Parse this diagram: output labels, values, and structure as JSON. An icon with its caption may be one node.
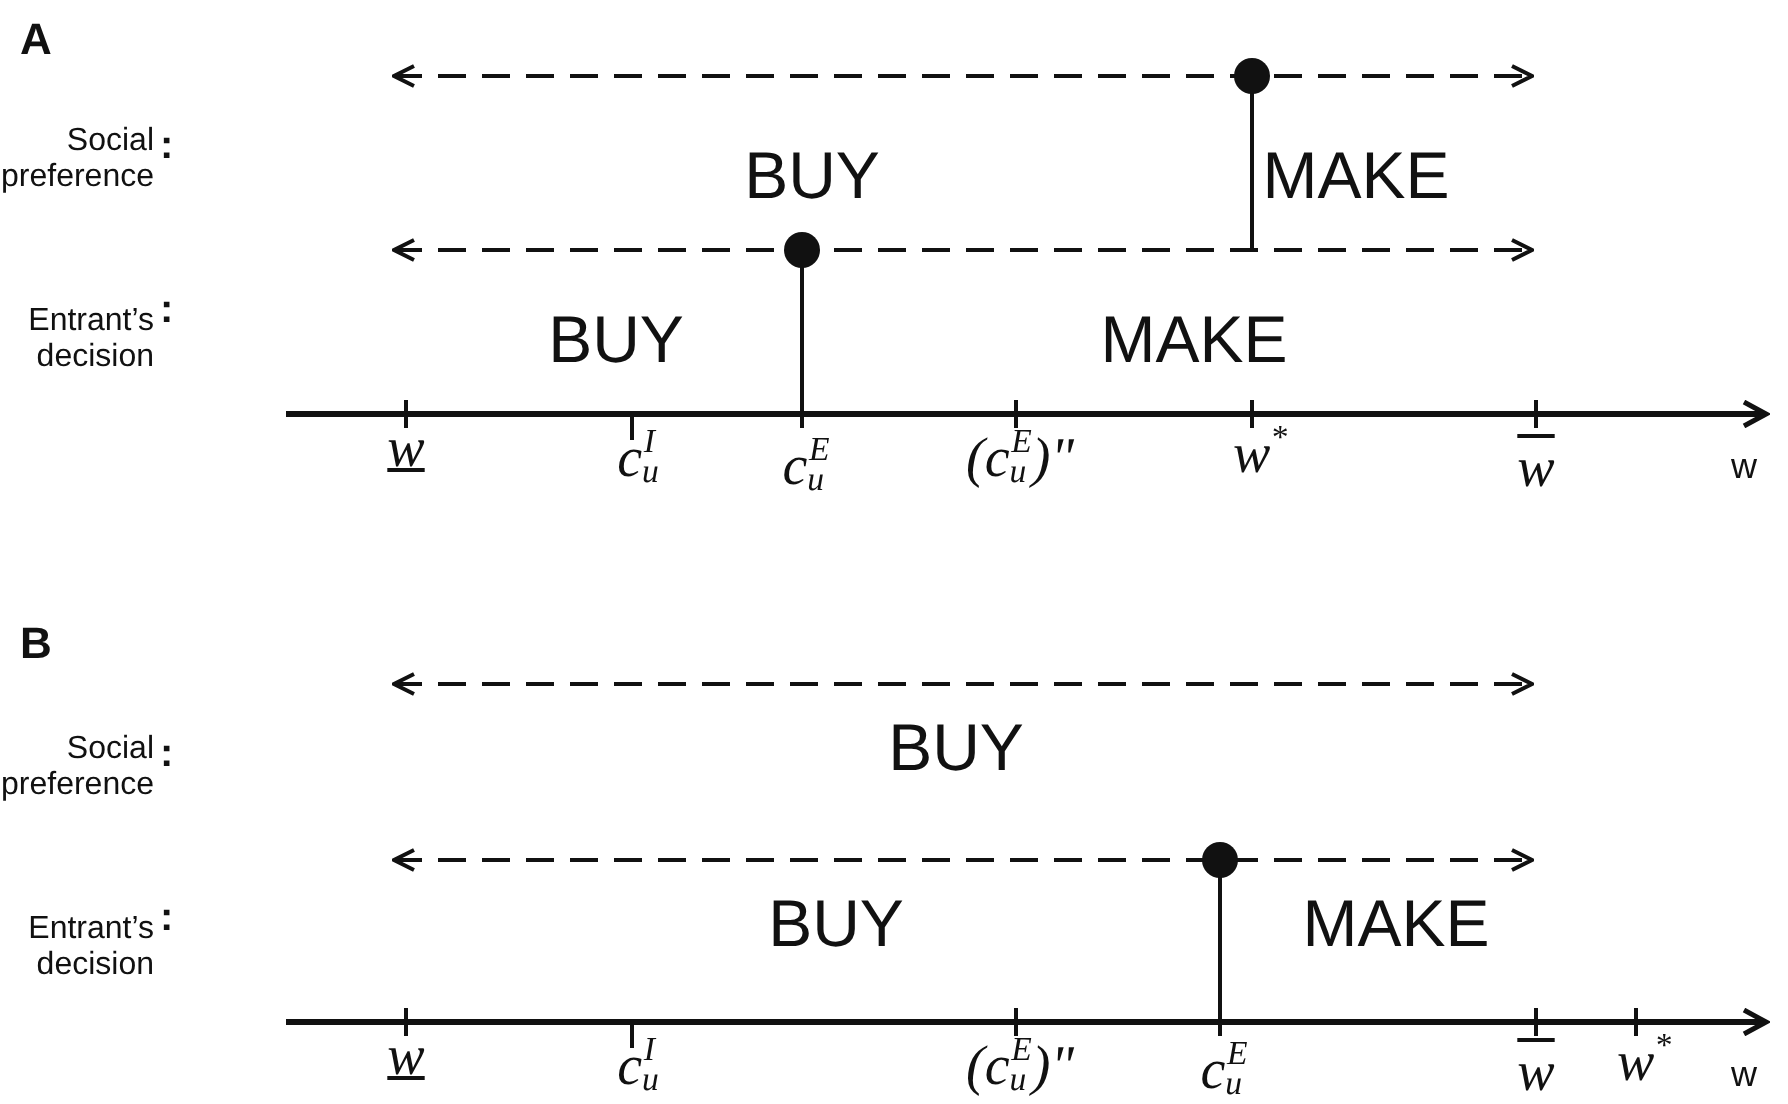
{
  "diagram": {
    "labels": [
      "A",
      "Social preference",
      ":",
      "BUY",
      "MAKE",
      "Entrant’s decision",
      ":",
      "BUY",
      "MAKE",
      "w",
      "c$_{u}$$^{I}$",
      "c$_{u}$$^{E}$",
      "(c$_{u}$$^{E}$)\"",
      "w$^{*}$",
      "w",
      "w",
      "B",
      "Social preference",
      ":",
      "BUY",
      "Entrant’s decision",
      ":",
      "BUY",
      "MAKE",
      "w",
      "c$_{u}$$^{I}$",
      "(c$_{u}$$^{E}$)\"",
      "c$_{u}$$^{E}$",
      "w",
      "w$^{*}$",
      "w"
    ]
  }
}
